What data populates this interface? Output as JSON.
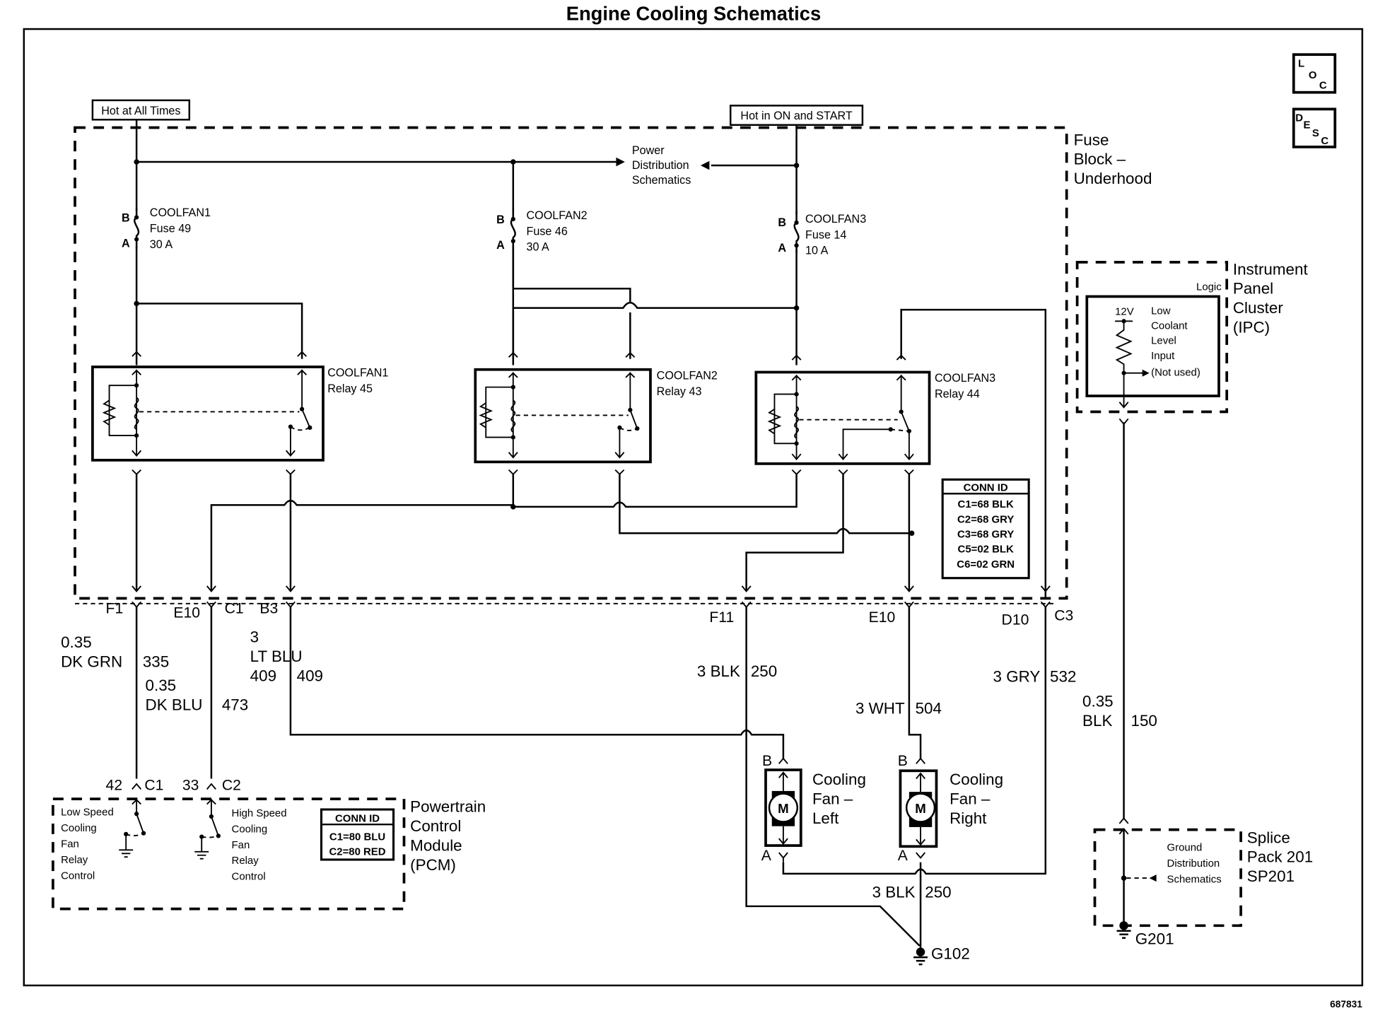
{
  "title": "Engine Cooling Schematics",
  "diagram_id": "687831",
  "nav_icons": {
    "loc": {
      "letters": [
        "L",
        "O",
        "C"
      ]
    },
    "desc": {
      "letters": [
        "D",
        "E",
        "S",
        "C"
      ]
    }
  },
  "power_sources": {
    "hot_at_all_times": "Hot at All Times",
    "hot_in_on_and_start": "Hot in ON and START"
  },
  "power_distribution_ref": [
    "Power",
    "Distribution",
    "Schematics"
  ],
  "fuse_block": {
    "label": [
      "Fuse",
      "Block –",
      "Underhood"
    ],
    "fuses": [
      {
        "name": "COOLFAN1",
        "fuse": "Fuse 49",
        "rating": "30 A",
        "pin_b": "B",
        "pin_a": "A"
      },
      {
        "name": "COOLFAN2",
        "fuse": "Fuse 46",
        "rating": "30 A",
        "pin_b": "B",
        "pin_a": "A"
      },
      {
        "name": "COOLFAN3",
        "fuse": "Fuse 14",
        "rating": "10 A",
        "pin_b": "B",
        "pin_a": "A"
      }
    ],
    "relays": [
      {
        "name": "COOLFAN1",
        "relay": "Relay 45"
      },
      {
        "name": "COOLFAN2",
        "relay": "Relay 43"
      },
      {
        "name": "COOLFAN3",
        "relay": "Relay 44"
      }
    ],
    "conn_id": {
      "header": "CONN ID",
      "rows": [
        "C1=68 BLK",
        "C2=68 GRY",
        "C3=68 GRY",
        "C5=02 BLK",
        "C6=02 GRN"
      ]
    }
  },
  "connector_pins": {
    "f1": "F1",
    "e10_left": "E10",
    "c1": "C1",
    "b3": "B3",
    "f11": "F11",
    "e10_right": "E10",
    "d10": "D10",
    "c3": "C3"
  },
  "wires": [
    {
      "gauge": "0.35",
      "color": "DK GRN",
      "circuit": "335"
    },
    {
      "gauge": "0.35",
      "color": "DK BLU",
      "circuit": "473"
    },
    {
      "gauge": "3",
      "color": "LT BLU",
      "circuit": "409"
    },
    {
      "gauge": "3",
      "color": "BLK",
      "circuit": "250"
    },
    {
      "gauge": "3",
      "color": "WHT",
      "circuit": "504"
    },
    {
      "gauge": "3",
      "color": "GRY",
      "circuit": "532"
    },
    {
      "gauge": "0.35",
      "color": "BLK",
      "circuit": "150"
    },
    {
      "gauge": "3",
      "color": "BLK",
      "circuit": "250"
    }
  ],
  "ipc": {
    "label": [
      "Instrument",
      "Panel",
      "Cluster",
      "(IPC)"
    ],
    "logic": "Logic",
    "voltage": "12V",
    "input_label": [
      "Low",
      "Coolant",
      "Level",
      "Input",
      "(Not used)"
    ]
  },
  "pcm": {
    "label": [
      "Powertrain",
      "Control",
      "Module",
      "(PCM)"
    ],
    "pin_c1_num": "42",
    "pin_c1": "C1",
    "pin_c2_num": "33",
    "pin_c2": "C2",
    "low_speed": [
      "Low Speed",
      "Cooling",
      "Fan",
      "Relay",
      "Control"
    ],
    "high_speed": [
      "High Speed",
      "Cooling",
      "Fan",
      "Relay",
      "Control"
    ],
    "conn_id": {
      "header": "CONN ID",
      "rows": [
        "C1=80 BLU",
        "C2=80 RED"
      ]
    }
  },
  "fans": [
    {
      "label": [
        "Cooling",
        "Fan –",
        "Left"
      ],
      "motor": "M",
      "pin_b": "B",
      "pin_a": "A"
    },
    {
      "label": [
        "Cooling",
        "Fan –",
        "Right"
      ],
      "motor": "M",
      "pin_b": "B",
      "pin_a": "A"
    }
  ],
  "grounds": {
    "g102": "G102",
    "g201": "G201"
  },
  "splice_pack": {
    "label": [
      "Splice",
      "Pack 201",
      "SP201"
    ],
    "ref": [
      "Ground",
      "Distribution",
      "Schematics"
    ]
  }
}
